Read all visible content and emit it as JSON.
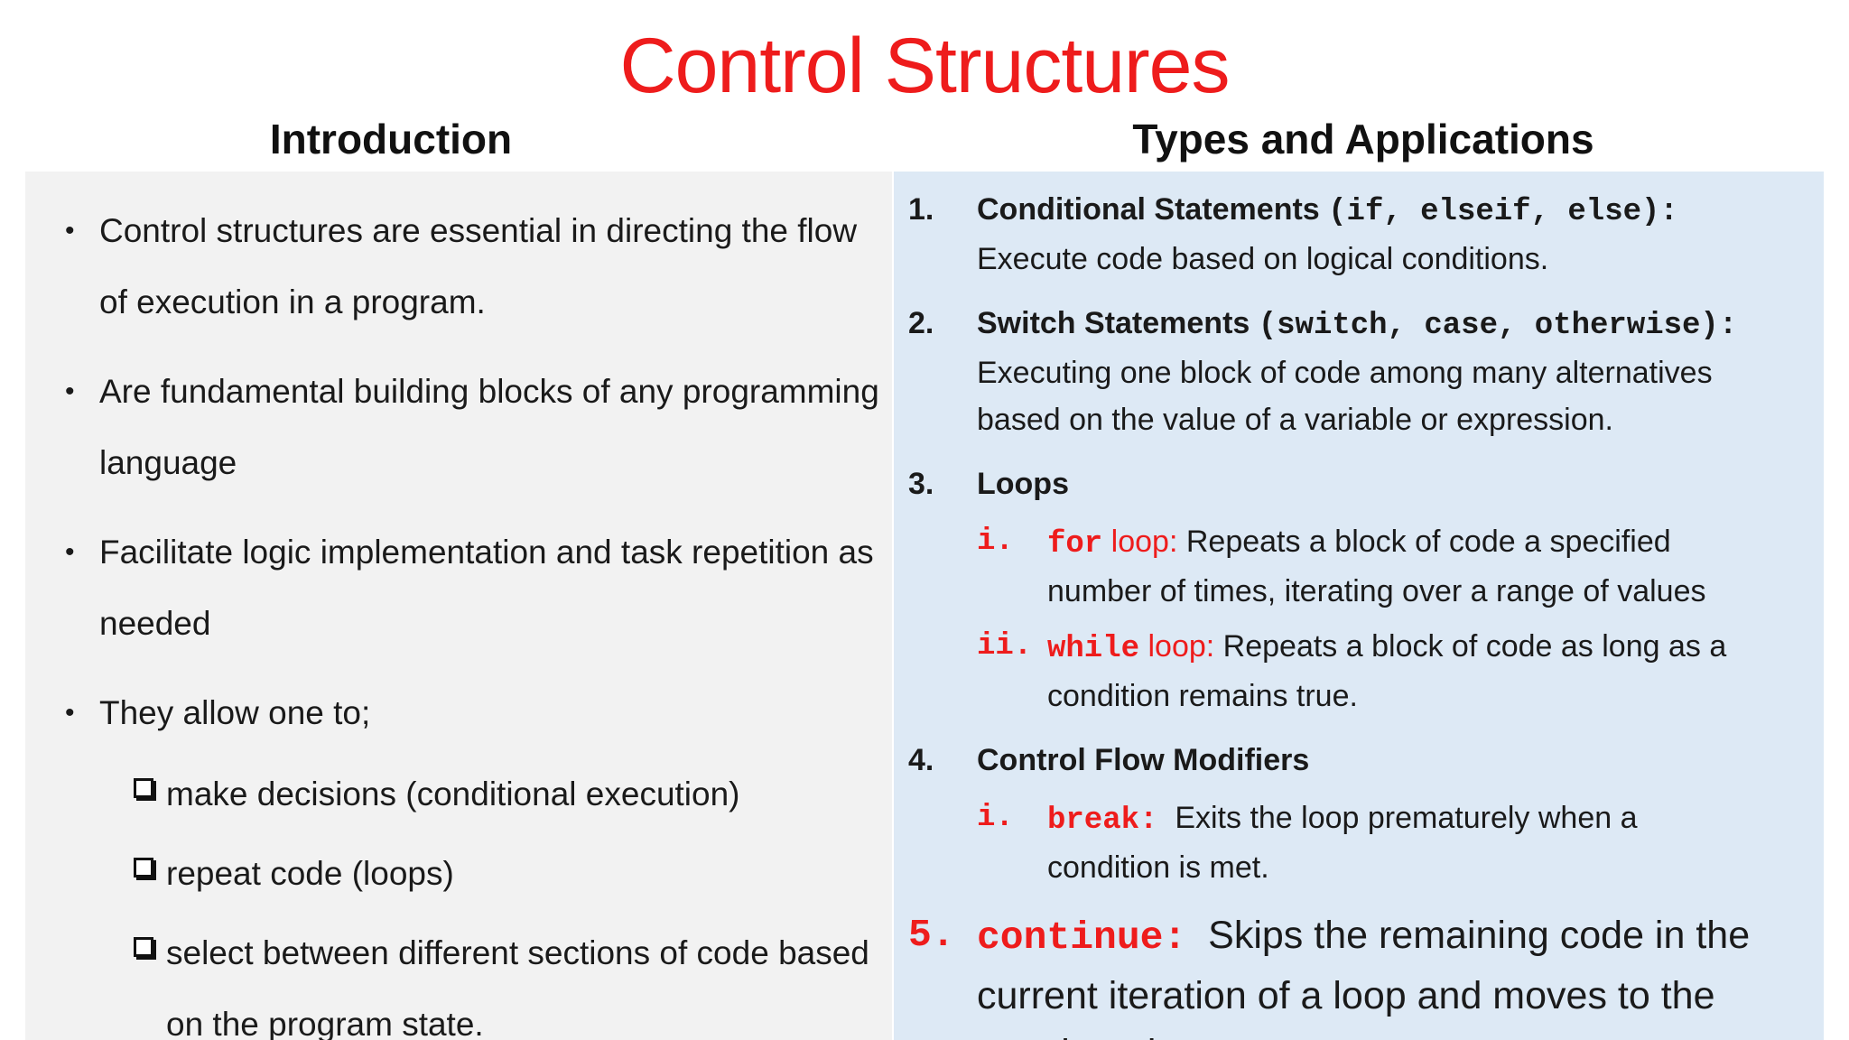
{
  "title": "Control Structures",
  "left": {
    "heading": "Introduction",
    "bullets": [
      {
        "line1": "Control structures are essential in directing the flow",
        "line2": "of execution in a program."
      },
      {
        "line1": "Are fundamental building blocks of any programming",
        "line2": "language"
      },
      {
        "line1": "Facilitate logic implementation and task repetition as",
        "line2": "needed"
      },
      {
        "line1": "They allow one to;"
      }
    ],
    "bullet_symbol": "•",
    "subitems": [
      {
        "text": "make decisions (conditional execution)"
      },
      {
        "text": "repeat code (loops)"
      },
      {
        "line1": "select between different sections of code based",
        "line2": "on the program state."
      }
    ]
  },
  "right": {
    "heading": "Types and Applications",
    "items": [
      {
        "num": "1.",
        "label": "Conditional Statements ",
        "code": "(if, elseif, else):",
        "line1": "Execute code based on logical conditions."
      },
      {
        "num": "2.",
        "label": "Switch Statements ",
        "code": "(switch, case, otherwise):",
        "line1": "Executing one block of code among many alternatives",
        "line2": "based on the value of a variable or expression."
      },
      {
        "num": "3.",
        "label": "Loops"
      },
      {
        "num": "4.",
        "label": "Control Flow Modifiers"
      }
    ],
    "loops": [
      {
        "num": "i.",
        "keyword": "for",
        "suffix": " loop:",
        "line1": " Repeats a block of code a specified",
        "line2": "number of times, iterating over a range of values"
      },
      {
        "num": "ii.",
        "keyword": "while",
        "suffix": " loop:",
        "line1": " Repeats a block of code as long as a",
        "line2": "condition remains true."
      }
    ],
    "modifiers": [
      {
        "num": "i.",
        "keyword": "break:",
        "line1": "Exits the loop prematurely when a",
        "line2": "condition is met."
      }
    ],
    "item5": {
      "num": "5.",
      "keyword": "continue:",
      "line1": "Skips the remaining code in the",
      "line2": "current iteration of a loop and moves to the",
      "line3": "next iteration."
    }
  },
  "colors": {
    "title": "#ee1c1c",
    "keyword": "#ee1c1c",
    "left_panel": "#f2f2f2",
    "right_panel": "#dde9f5"
  }
}
